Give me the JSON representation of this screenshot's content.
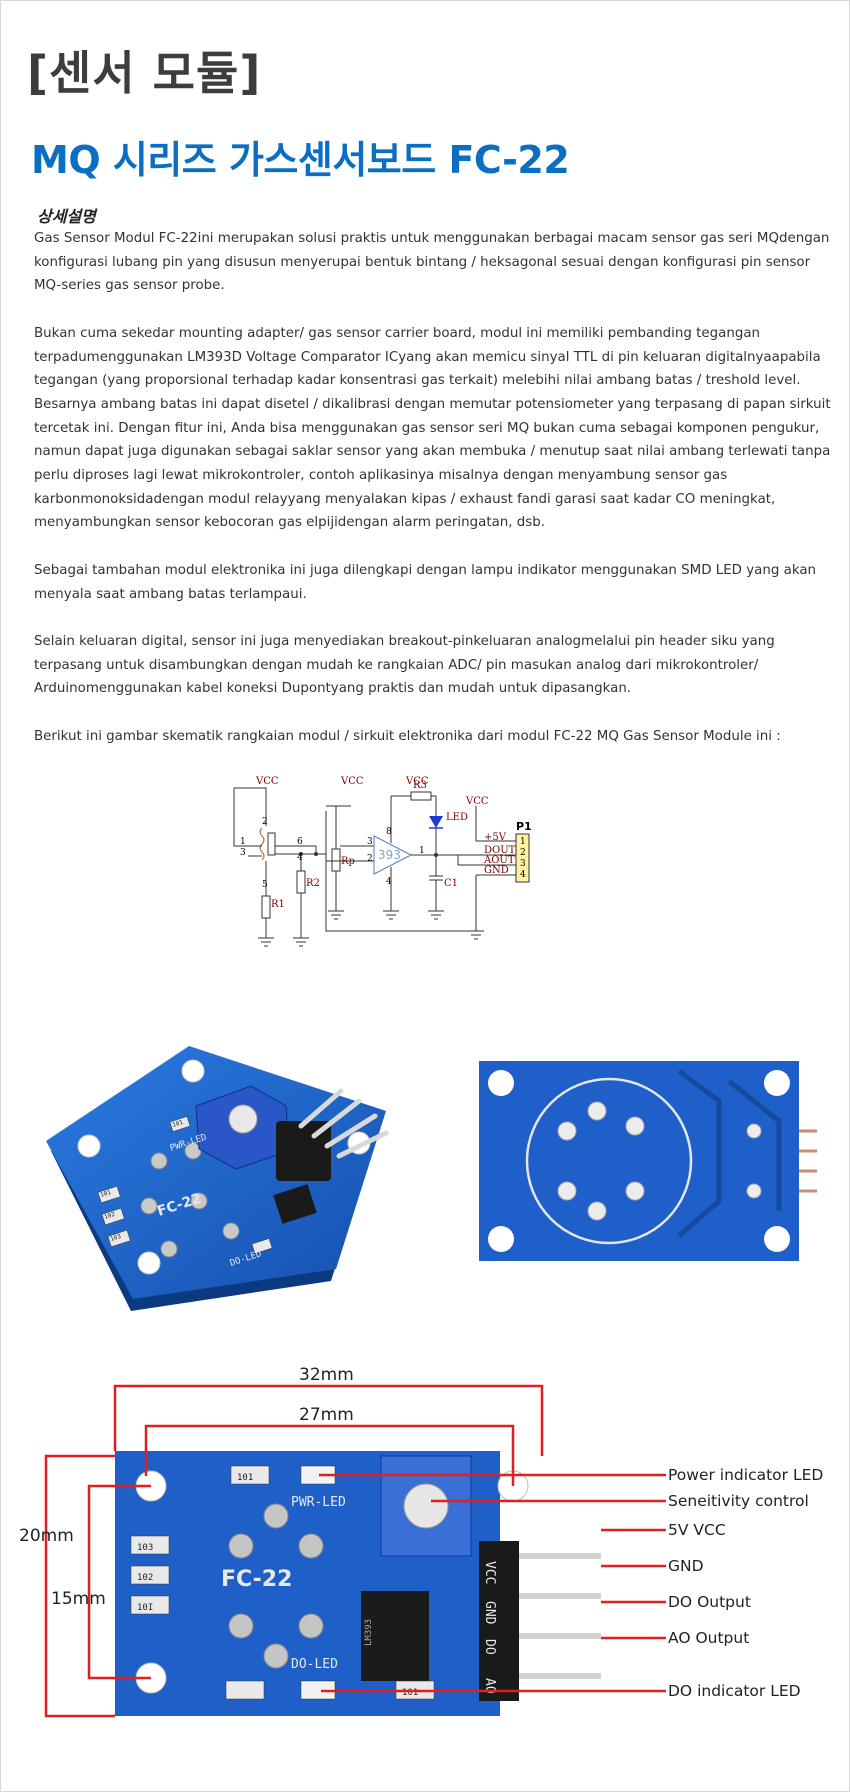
{
  "header": {
    "category": "[센서 모듈]",
    "title": "MQ 시리즈 가스센서보드 FC-22"
  },
  "description": {
    "heading": "상세설명",
    "paragraphs": [
      "Gas Sensor Modul FC-22ini merupakan solusi praktis untuk menggunakan berbagai macam sensor gas seri MQdengan konfigurasi lubang pin yang disusun menyerupai bentuk bintang / heksagonal sesuai dengan konfigurasi pin sensor MQ-series gas sensor probe.",
      "Bukan cuma sekedar mounting adapter/ gas sensor carrier board, modul ini memiliki pembanding tegangan terpadumenggunakan LM393D Voltage Comparator ICyang akan memicu sinyal TTL di pin keluaran digitalnyaapabila tegangan (yang proporsional terhadap kadar konsentrasi gas terkait) melebihi nilai ambang batas / treshold level. Besarnya ambang batas ini dapat disetel / dikalibrasi dengan memutar potensiometer yang terpasang di papan sirkuit tercetak ini. Dengan fitur ini, Anda bisa menggunakan gas sensor seri MQ bukan cuma sebagai komponen pengukur, namun dapat juga digunakan sebagai saklar sensor yang akan membuka / menutup saat nilai ambang terlewati tanpa perlu diproses lagi lewat mikrokontroler, contoh aplikasinya misalnya dengan menyambung sensor gas karbonmonoksidadengan modul relayyang menyalakan kipas / exhaust fandi garasi saat kadar CO meningkat, menyambungkan sensor kebocoran gas elpijidengan alarm peringatan, dsb.",
      "Sebagai tambahan modul elektronika ini juga dilengkapi dengan lampu indikator menggunakan SMD LED yang akan menyala saat ambang batas terlampaui.",
      "Selain keluaran digital, sensor ini juga menyediakan breakout-pinkeluaran analogmelalui pin header siku yang terpasang untuk disambungkan dengan mudah ke rangkaian ADC/ pin masukan analog dari mikrokontroler/ Arduinomenggunakan kabel koneksi Dupontyang praktis dan mudah untuk dipasangkan.",
      "Berikut ini gambar skematik rangkaian modul / sirkuit elektronika dari modul FC-22 MQ Gas Sensor Module ini :"
    ]
  },
  "schematic": {
    "vcc1": "VCC",
    "vcc2": "VCC",
    "vcc3": "VCC",
    "vcc4": "VCC",
    "r1": "R1",
    "r2": "R2",
    "r3": "R3",
    "rp": "Rp",
    "c1": "C1",
    "led": "LED",
    "ic": "393",
    "header": "P1",
    "pin_labels": [
      "+5V",
      "DOUT",
      "AOUT",
      "GND"
    ],
    "pin_numbers": [
      "1",
      "2",
      "3",
      "4"
    ],
    "node_numbers": [
      "2",
      "1",
      "3",
      "5",
      "6",
      "4",
      "8",
      "3",
      "2",
      "1",
      "4"
    ]
  },
  "board_photo": {
    "silk_label": "FC-22",
    "pwr_label": "PWR-LED",
    "do_label": "DO-LED",
    "res_codes": [
      "101",
      "102",
      "103",
      "101"
    ]
  },
  "dimension_diagram": {
    "width_outer": "32mm",
    "width_inner": "27mm",
    "height_outer": "20mm",
    "height_inner": "15mm",
    "board_label": "FC-22",
    "pwr_label": "PWR-LED",
    "do_label": "DO-LED",
    "header_labels": [
      "VCC",
      "GND",
      "DO",
      "AO"
    ],
    "chip_label": "LM393",
    "res_codes": [
      "101",
      "103",
      "102",
      "10I",
      "101"
    ],
    "callouts": [
      "Power indicator LED",
      "Seneitivity control",
      "5V VCC",
      "GND",
      "DO Output",
      "AO Output",
      "DO indicator LED"
    ]
  },
  "colors": {
    "title_blue": "#0a6fc2",
    "pcb_blue": "#1a5fc4",
    "callout_red": "#e02020"
  }
}
